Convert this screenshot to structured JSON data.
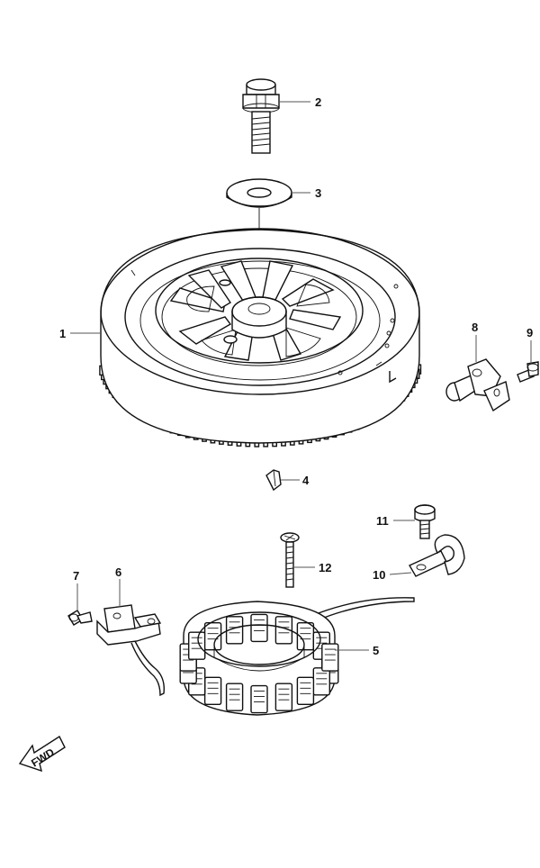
{
  "callouts": [
    {
      "id": "2",
      "label": "2"
    },
    {
      "id": "3",
      "label": "3"
    },
    {
      "id": "1",
      "label": "1"
    },
    {
      "id": "8",
      "label": "8"
    },
    {
      "id": "9",
      "label": "9"
    },
    {
      "id": "4",
      "label": "4"
    },
    {
      "id": "11",
      "label": "11"
    },
    {
      "id": "12",
      "label": "12"
    },
    {
      "id": "10",
      "label": "10"
    },
    {
      "id": "7",
      "label": "7"
    },
    {
      "id": "6",
      "label": "6"
    },
    {
      "id": "5",
      "label": "5"
    }
  ],
  "direction_arrow": {
    "label": "FWD",
    "icon": "forward-direction-arrow-icon"
  },
  "colors": {
    "line": "#111111",
    "leader": "#555555",
    "background": "#ffffff"
  }
}
